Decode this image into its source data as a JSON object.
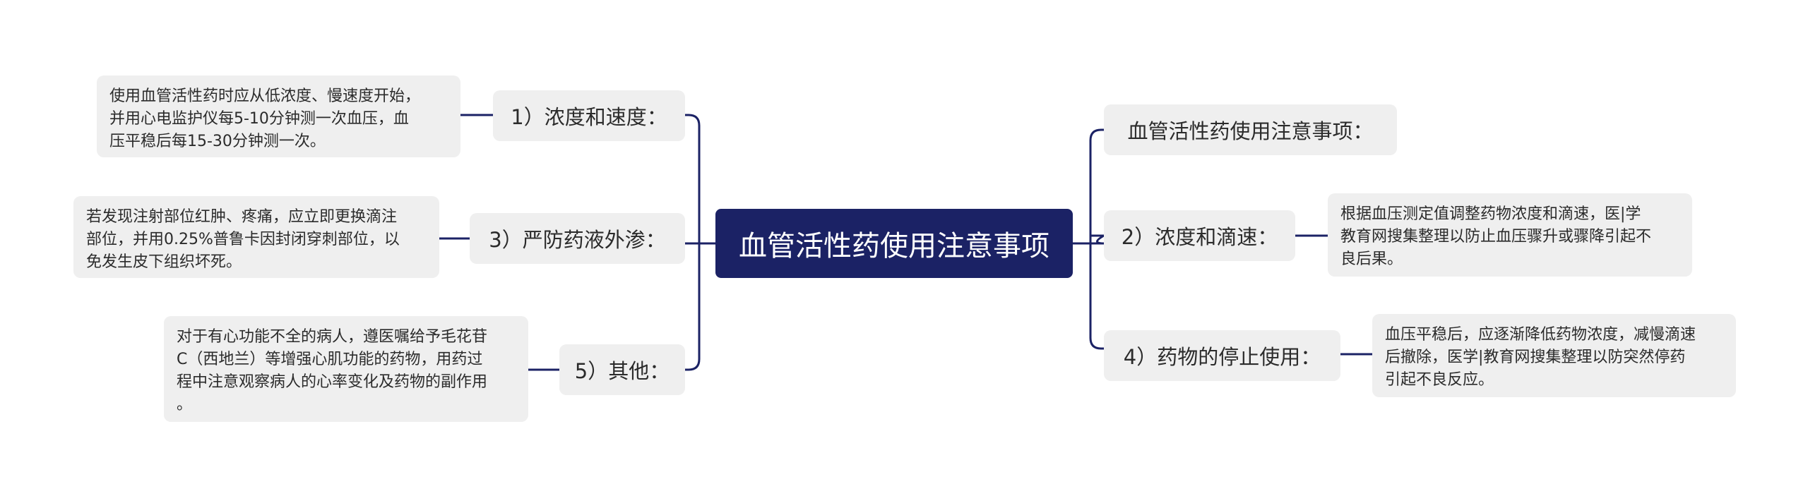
{
  "root": {
    "title": "血管活性药使用注意事项"
  },
  "left_branches": [
    {
      "label": "1）浓度和速度：",
      "detail": "使用血管活性药时应从低浓度、慢速度开始，\n并用心电监护仪每5-10分钟测一次血压，血\n压平稳后每15-30分钟测一次。"
    },
    {
      "label": "3）严防药液外渗：",
      "detail": "若发现注射部位红肿、疼痛，应立即更换滴注\n部位，并用0.25%普鲁卡因封闭穿刺部位，以\n免发生皮下组织坏死。"
    },
    {
      "label": "5）其他：",
      "detail": "对于有心功能不全的病人，遵医嘱给予毛花苷\nC（西地兰）等增强心肌功能的药物，用药过\n程中注意观察病人的心率变化及药物的副作用\n。"
    }
  ],
  "right_branches": [
    {
      "label": "血管活性药使用注意事项："
    },
    {
      "label": "2）浓度和滴速：",
      "detail": "根据血压测定值调整药物浓度和滴速，医|学\n教育网搜集整理以防止血压骤升或骤降引起不\n良后果。"
    },
    {
      "label": "4）药物的停止使用：",
      "detail": "血压平稳后，应逐渐降低药物浓度，减慢滴速\n后撤除，医学|教育网搜集整理以防突然停药\n引起不良反应。"
    }
  ],
  "colors": {
    "root_bg": "#1b2265",
    "root_text": "#ffffff",
    "node_bg": "#efefef",
    "connector": "#1b2265"
  }
}
